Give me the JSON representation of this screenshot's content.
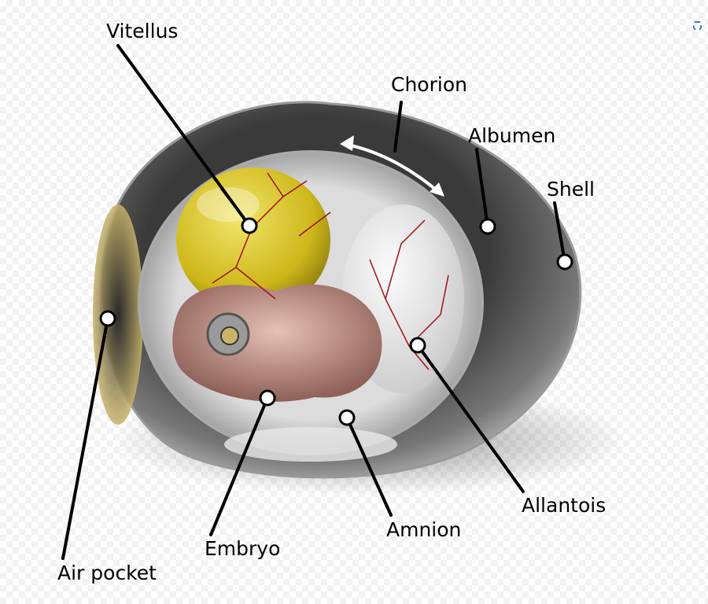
{
  "title": "Amniote egg structure",
  "labels": {
    "vitellus": "Vitellus",
    "chorion": "Chorion",
    "albumen": "Albumen",
    "shell": "Shell",
    "air_pocket": "Air pocket",
    "embryo": "Embryo",
    "amnion": "Amnion",
    "allantois": "Allantois"
  },
  "colors": {
    "shell": "#2b2b2b",
    "yolk": "#d8c21a",
    "vessels": "#a0101a",
    "embryo": "#b7857a"
  }
}
